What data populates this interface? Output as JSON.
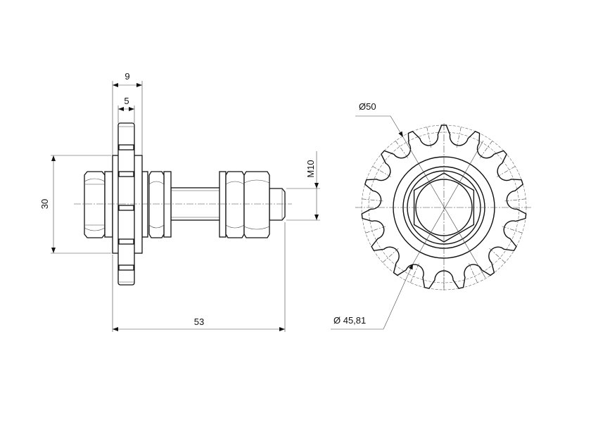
{
  "drawing": {
    "side_view": {
      "dim_overall_width": "9",
      "dim_sprocket_width": "5",
      "dim_flange_height": "30",
      "dim_thread": "M10",
      "dim_length": "53"
    },
    "front_view": {
      "dim_outer_diameter": "Ø50",
      "dim_pitch_diameter": "Ø 45,81",
      "teeth_count": 15
    },
    "line_color": "#111111"
  }
}
